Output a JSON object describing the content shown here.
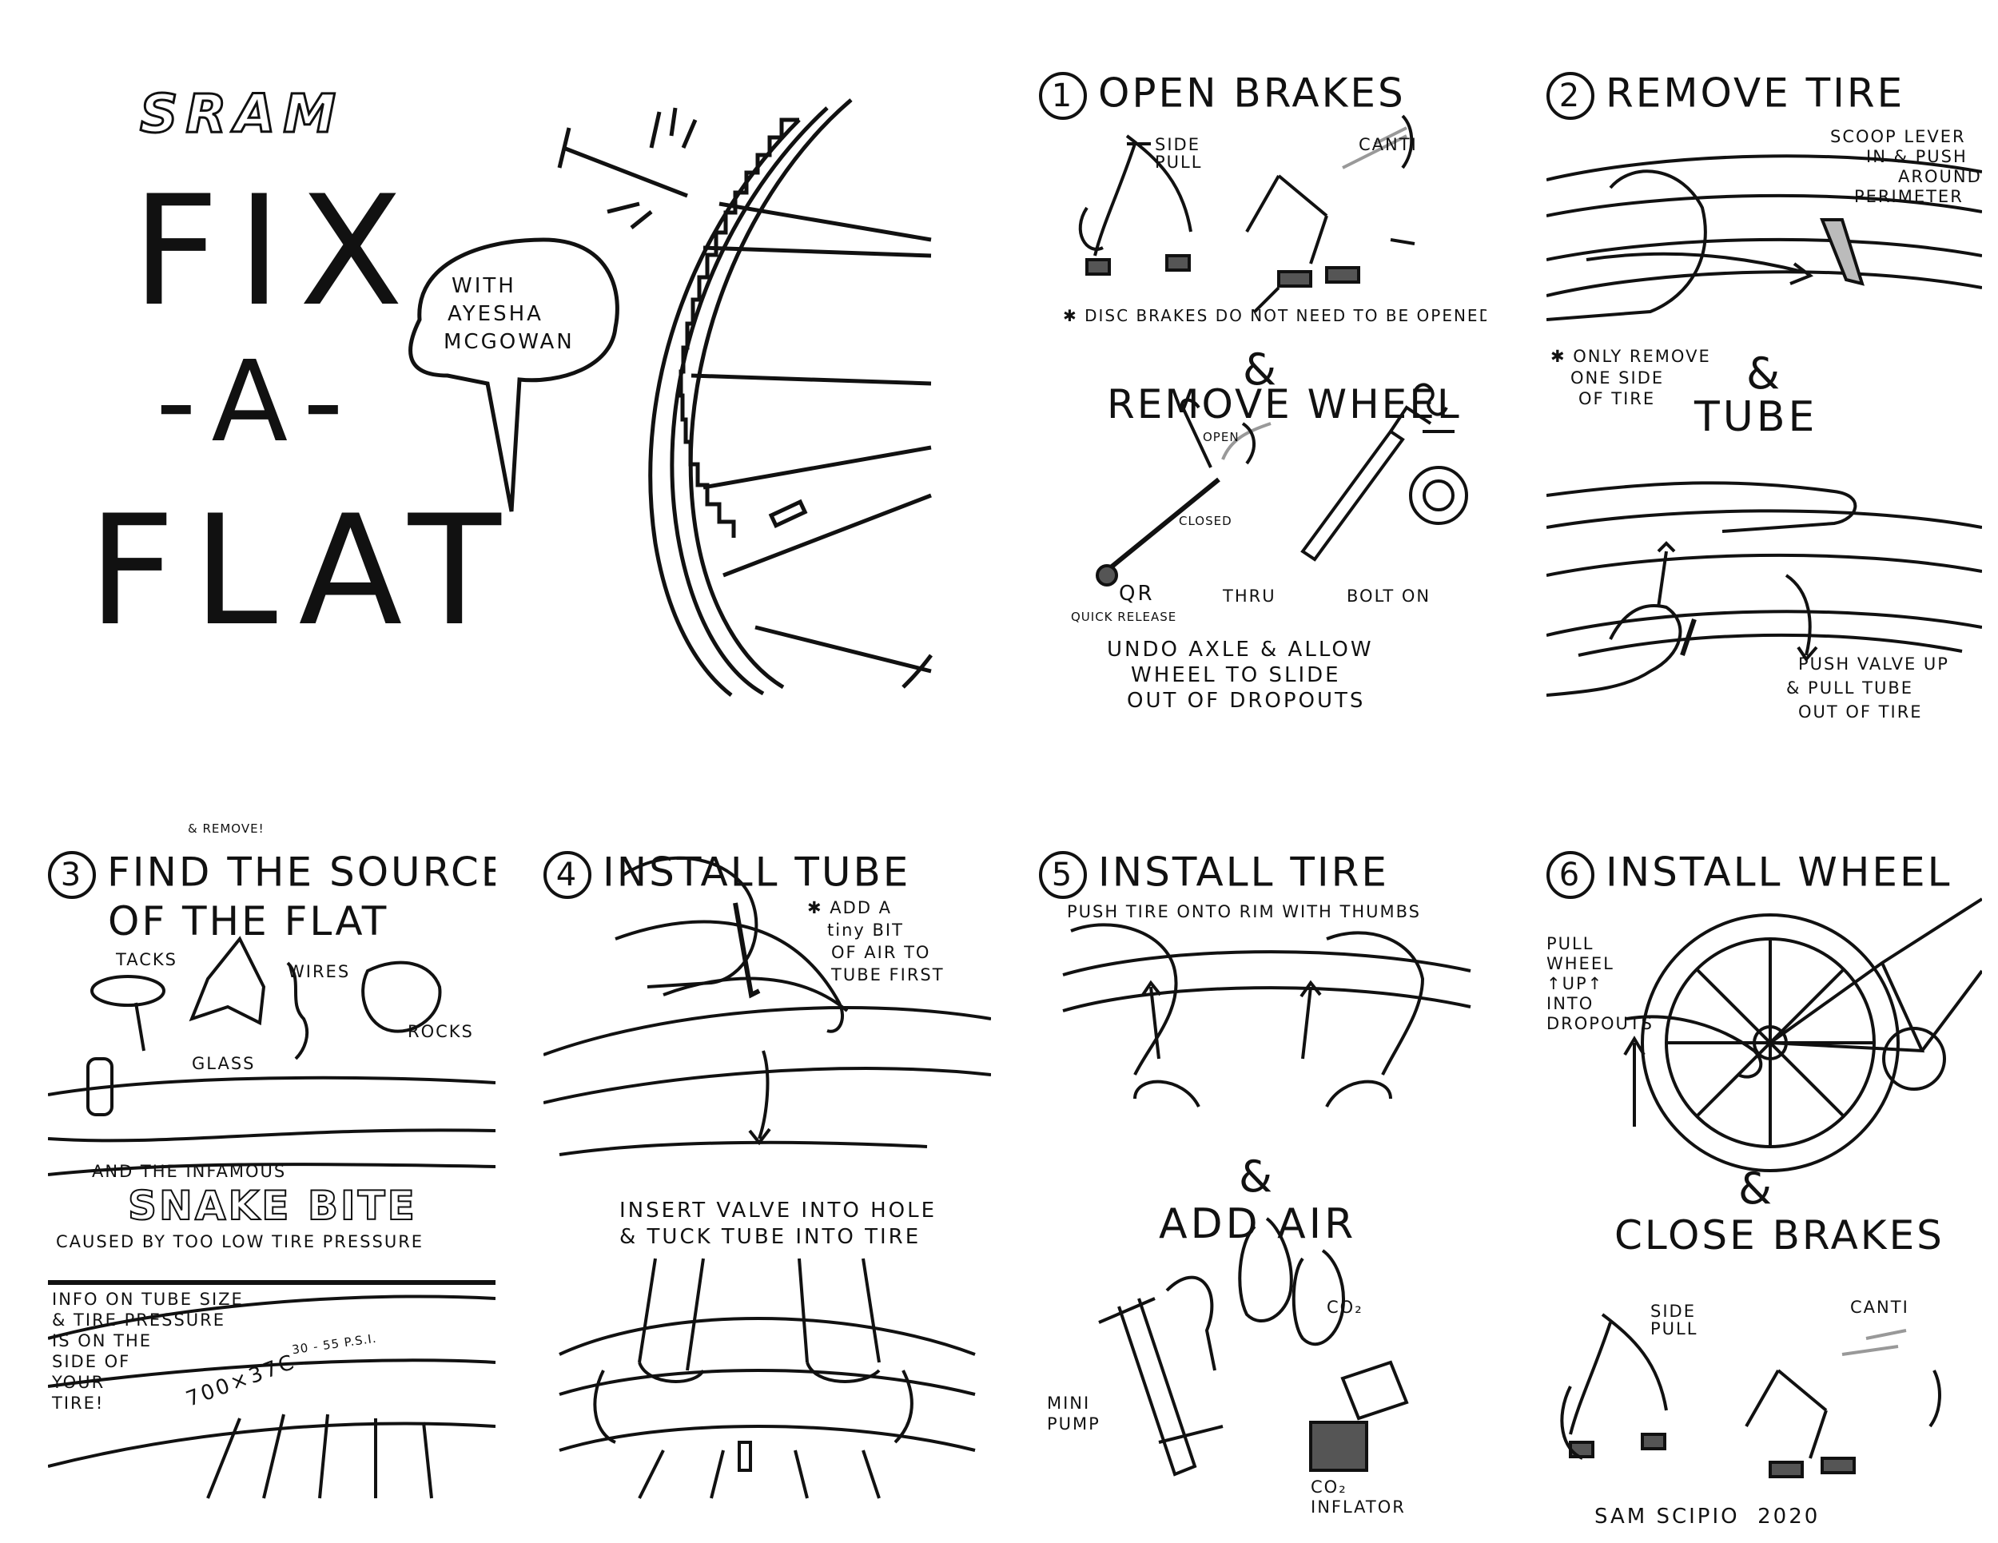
{
  "cover": {
    "brand": "SRAM",
    "title_line1": "FIX",
    "title_line2": "-A-",
    "title_line3": "FLAT",
    "bubble_line1": "WITH",
    "bubble_line2": "AYESHA",
    "bubble_line3": "McGOWAN"
  },
  "step1": {
    "number": "1",
    "title": "OPEN BRAKES",
    "side_pull": "SIDE PULL",
    "canti": "CANTI",
    "note": "DISC BRAKES DO NOT NEED TO BE OPENED",
    "amp": "&",
    "subtitle": "REMOVE WHEEL",
    "open": "OPEN",
    "closed": "CLOSED",
    "qr": "QR",
    "qr_sub": "QUICK RELEASE",
    "thru": "THRU",
    "bolt_on": "BOLT ON",
    "instr_line1": "UNDO AXLE & ALLOW",
    "instr_line2": "WHEEL TO SLIDE",
    "instr_line3": "OUT OF DROPOUTS"
  },
  "step2": {
    "number": "2",
    "title": "REMOVE TIRE",
    "scoop_line1": "SCOOP LEVER",
    "scoop_line2": "IN & PUSH",
    "scoop_line3": "AROUND",
    "scoop_line4": "PERIMETER",
    "only_line1": "ONLY REMOVE",
    "only_line2": "ONE SIDE",
    "only_line3": "OF TIRE",
    "amp": "&",
    "subtitle": "TUBE",
    "push_line1": "PUSH VALVE UP",
    "push_line2": "& PULL TUBE",
    "push_line3": "OUT OF TIRE"
  },
  "step3": {
    "number": "3",
    "caret": "& REMOVE!",
    "title_line1a": "FIND",
    "title_line1b": "THE SOURCE",
    "title_line2": "OF THE FLAT",
    "tacks": "TACKS",
    "glass": "GLASS",
    "wires": "WIRES",
    "rocks": "ROCKS",
    "infamous": "AND THE INFAMOUS",
    "snake_bite": "SNAKE BITE",
    "caused": "CAUSED BY TOO LOW TIRE PRESSURE",
    "info_line1": "INFO ON TUBE SIZE",
    "info_line2": "& TIRE PRESSURE",
    "info_line3": "IS ON THE",
    "info_line4": "SIDE OF",
    "info_line5": "YOUR",
    "info_line6": "TIRE!",
    "size": "700×37c",
    "psi": "30 - 55 P.S.I."
  },
  "step4": {
    "number": "4",
    "title": "INSTALL TUBE",
    "add_line1": "ADD A",
    "add_line2": "tiny BIT",
    "add_line3": "OF AIR TO",
    "add_line4": "TUBE FIRST",
    "insert_line1": "INSERT VALVE INTO HOLE",
    "insert_line2": "& TUCK TUBE INTO TIRE"
  },
  "step5": {
    "number": "5",
    "title": "INSTALL TIRE",
    "push": "PUSH TIRE ONTO RIM WITH THUMBS",
    "amp": "&",
    "subtitle": "ADD AIR",
    "co2": "CO₂",
    "mini_line1": "MINI",
    "mini_line2": "PUMP",
    "inflator_line1": "CO₂",
    "inflator_line2": "INFLATOR"
  },
  "step6": {
    "number": "6",
    "title": "INSTALL WHEEL",
    "pull_line1": "PULL",
    "pull_line2": "WHEEL",
    "pull_line3": "↑UP↑",
    "pull_line4": "INTO",
    "pull_line5": "DROPOUTS",
    "amp": "&",
    "subtitle": "CLOSE BRAKES",
    "side_pull": "SIDE PULL",
    "canti": "CANTI",
    "credit": "SAM SCIPIO  2020"
  },
  "colors": {
    "ink": "#111111",
    "paper": "#ffffff",
    "mid": "#9a9a9a"
  }
}
